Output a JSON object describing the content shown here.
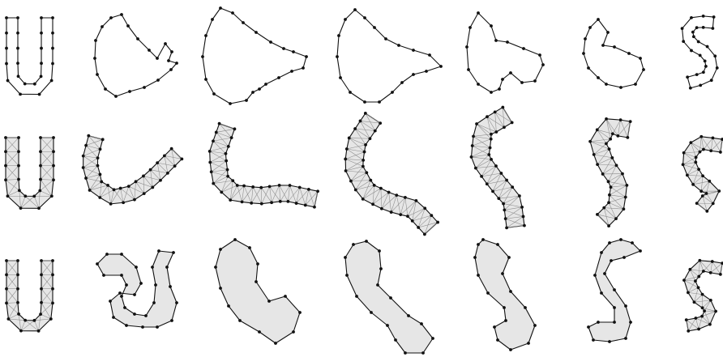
{
  "figure": {
    "description_rows": [
      {
        "row": "top",
        "style": "outline with vertices",
        "shapes": 7
      },
      {
        "row": "middle",
        "style": "filled strip with internal triangulation",
        "shapes": 7
      },
      {
        "row": "bottom",
        "style": "partially filled with internal triangulation",
        "shapes": 7
      }
    ],
    "colors": {
      "stroke": "#111111",
      "fill": "#e6e6e6",
      "hatch": "#8a8a8a",
      "background": "#ffffff"
    }
  }
}
